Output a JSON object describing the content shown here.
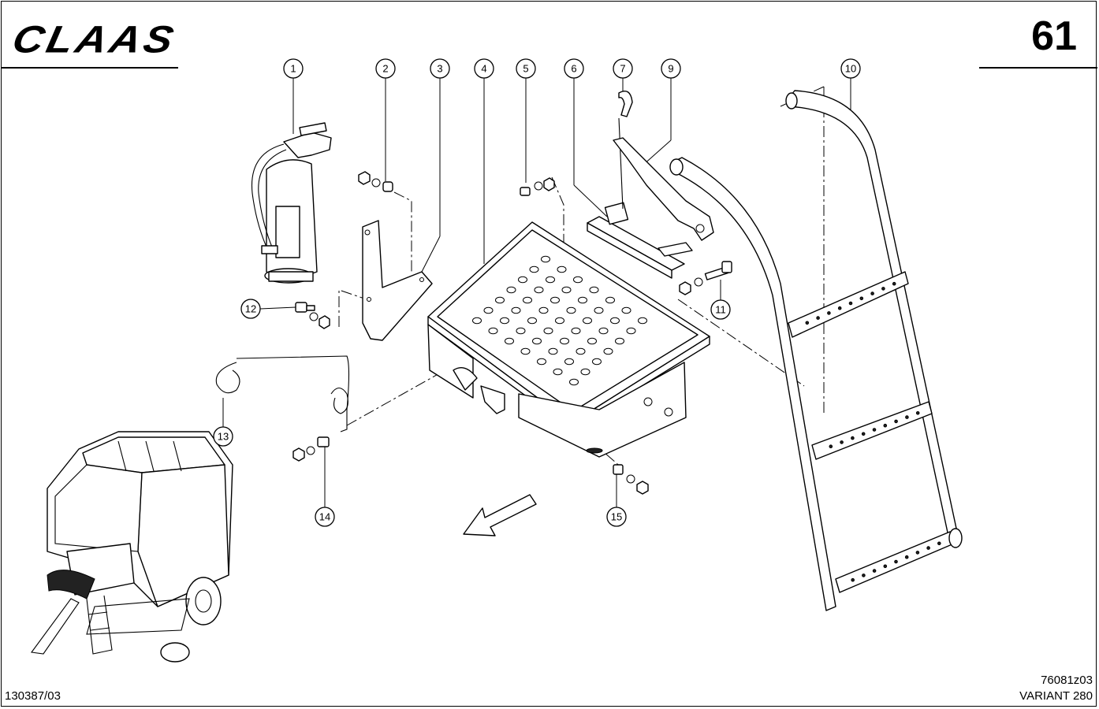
{
  "header": {
    "brand": "CLAAS",
    "page_number": "61"
  },
  "footer": {
    "doc_code": "130387/03",
    "figure_code": "76081z03",
    "model": "VARIANT 280"
  },
  "callouts": [
    "1",
    "2",
    "3",
    "4",
    "5",
    "6",
    "7",
    "9",
    "10",
    "11",
    "12",
    "13",
    "14",
    "15"
  ]
}
